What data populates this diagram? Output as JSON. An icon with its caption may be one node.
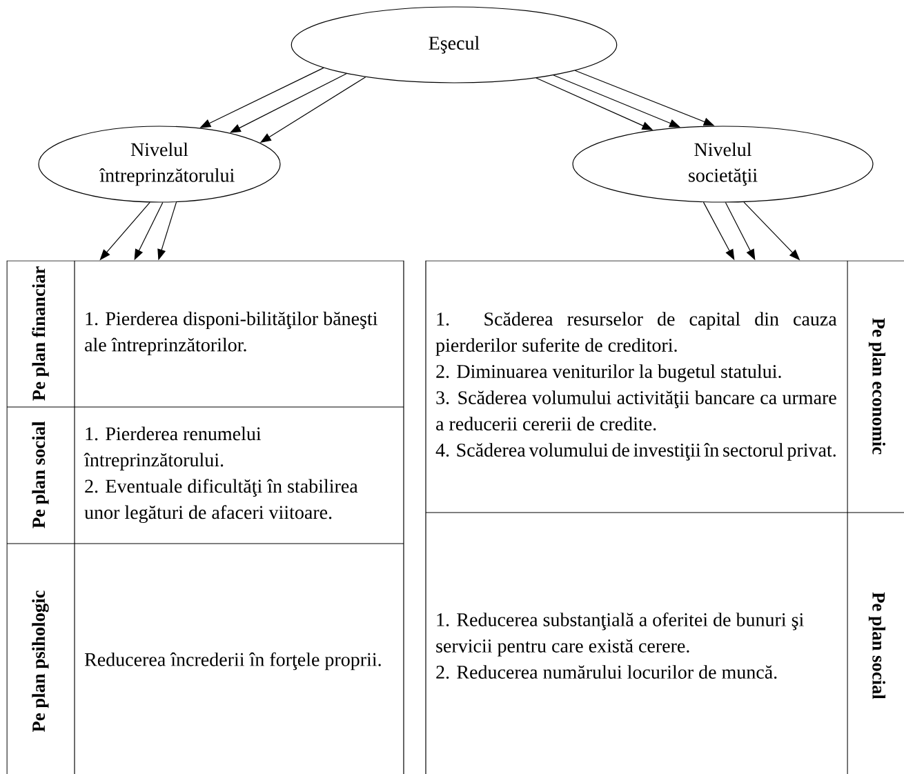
{
  "diagram": {
    "nodes": [
      {
        "text": [
          "Eşecul"
        ]
      },
      {
        "text": [
          "Nivelul întreprinzătorului"
        ]
      },
      {
        "text": [
          "Nivelul societăţii"
        ]
      },
      {
        "text": [],
        "shape": "box"
      },
      {
        "text": [
          "Pe plan financiar"
        ],
        "in": 3
      },
      {
        "text": [
          "1. Pierderea disponi-bilităţilor băneşti ale întreprinzătorilor."
        ],
        "in": 3
      },
      {
        "text": [
          "Pe plan social"
        ],
        "in": 3
      },
      {
        "text": [
          "1. Pierderea renumelui întreprinzătorului.",
          "2. Eventuale dificultăţi în stabilirea unor legături de afaceri viitoare."
        ],
        "in": 3
      },
      {
        "text": [
          "Pe plan psihologic"
        ],
        "in": 3
      },
      {
        "text": [
          "Reducerea încrederii în forţele proprii."
        ],
        "in": 3
      },
      {
        "text": [],
        "shape": "box"
      },
      {
        "text": [
          "1. Scăderea resurselor de capital din cauza pierderilor suferite de creditori.",
          "2. Diminuarea veniturilor la bugetul statului.",
          "3. Scăderea volumului activităţii bancare ca urmare a reducerii cererii de credite.",
          "4. Scăderea volumului de investiţii în sectorul privat."
        ],
        "in": 10
      },
      {
        "text": [
          "Pe plan economic"
        ],
        "in": 10
      },
      {
        "text": [
          "1. Reducerea substanţială a oferitei de bunuri şi servicii pentru care există cerere.",
          "2. Reducerea numărului locurilor de muncă."
        ],
        "in": 10
      },
      {
        "text": [
          "Pe plan social"
        ],
        "in": 10
      }
    ],
    "edges": [
      {
        "from": 0,
        "to": 1,
        "arrow": "to"
      },
      {
        "from": 0,
        "to": 1,
        "arrow": "to"
      },
      {
        "from": 0,
        "to": 1,
        "arrow": "to"
      },
      {
        "from": 0,
        "to": 2,
        "arrow": "to"
      },
      {
        "from": 0,
        "to": 2,
        "arrow": "to"
      },
      {
        "from": 0,
        "to": 2,
        "arrow": "to"
      },
      {
        "from": 1,
        "to": 3,
        "arrow": "to"
      },
      {
        "from": 1,
        "to": 3,
        "arrow": "to"
      },
      {
        "from": 1,
        "to": 3,
        "arrow": "to"
      },
      {
        "from": 2,
        "to": 10,
        "arrow": "to"
      },
      {
        "from": 2,
        "to": 10,
        "arrow": "to"
      },
      {
        "from": 2,
        "to": 10,
        "arrow": "to"
      }
    ]
  }
}
